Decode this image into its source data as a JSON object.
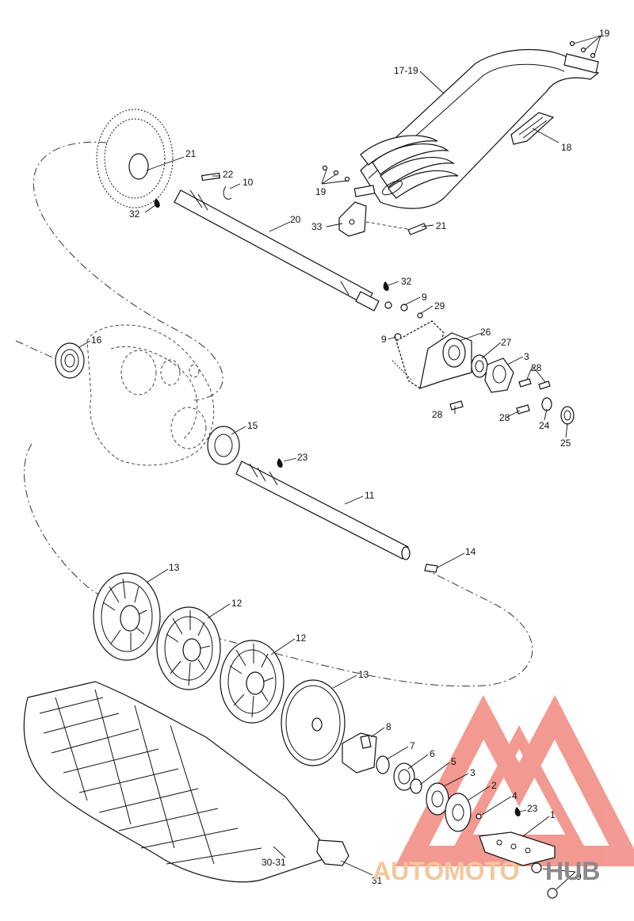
{
  "callouts": {
    "c19a": "19",
    "c17_19": "17-19",
    "c18": "18",
    "c21a": "21",
    "c22": "22",
    "c10": "10",
    "c32a": "32",
    "c19b": "19",
    "c33": "33",
    "c21b": "21",
    "c20": "20",
    "c32b": "32",
    "c9a": "9",
    "c29": "29",
    "c9b": "9",
    "c26": "26",
    "c27": "27",
    "c3a": "3",
    "c28a": "28",
    "c16": "16",
    "c28b": "28",
    "c28c": "28",
    "c24": "24",
    "c25": "25",
    "c15": "15",
    "c23a": "23",
    "c11": "11",
    "c14": "14",
    "c13a": "13",
    "c12a": "12",
    "c12b": "12",
    "c13b": "13",
    "c8": "8",
    "c7": "7",
    "c6": "6",
    "c5": "5",
    "c3b": "3",
    "c2": "2",
    "c4": "4",
    "c23b": "23",
    "c1": "1",
    "c30_31": "30-31",
    "c31": "31",
    "c9c": "9"
  },
  "watermark": {
    "text_left": "AUTOMOTO",
    "text_right": "HUB",
    "color_logo": "#e8473a",
    "color_text_left": "#f2c79a",
    "color_text_right": "#8a8a8a"
  }
}
